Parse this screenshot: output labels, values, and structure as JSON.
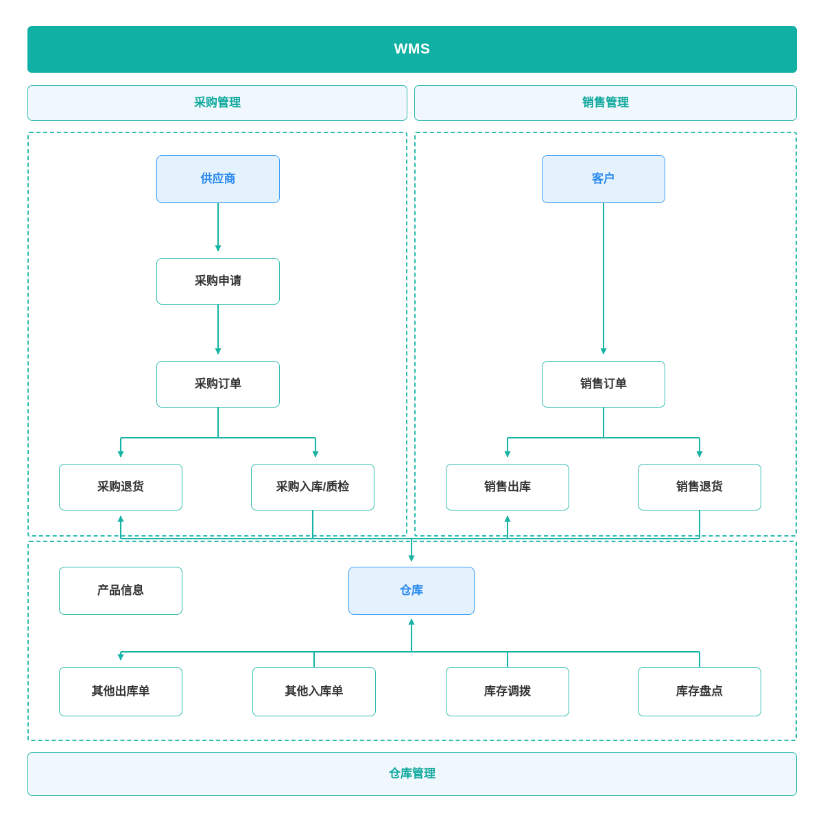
{
  "diagram": {
    "title": "WMS",
    "type": "flowchart",
    "palette": {
      "teal": "#10b0a4",
      "teal_border": "#2ebcae",
      "teal_text": "#10a89d",
      "blue_border": "#3d9df6",
      "blue_fill": "#e4f2fd",
      "blue_text": "#2b8aee",
      "caption_fill": "#f1f8fd",
      "box_text": "#333333",
      "page_bg": "#ffffff"
    }
  },
  "header": {
    "label": "WMS"
  },
  "sections": {
    "purchase": {
      "caption": "采购管理",
      "nodes": {
        "supplier": "供应商",
        "requisition": "采购申请",
        "order": "采购订单",
        "return": "采购退货",
        "inbound_qc": "采购入库/质检"
      }
    },
    "sales": {
      "caption": "销售管理",
      "nodes": {
        "customer": "客户",
        "order": "销售订单",
        "outbound": "销售出库",
        "return": "销售退货"
      }
    },
    "warehouse": {
      "caption": "仓库管理",
      "nodes": {
        "product_info": "产品信息",
        "warehouse": "仓库",
        "other_outbound": "其他出库单",
        "other_inbound": "其他入库单",
        "transfer": "库存调拨",
        "stocktake": "库存盘点"
      }
    }
  },
  "edges": [
    {
      "from": "供应商",
      "to": "采购申请"
    },
    {
      "from": "采购申请",
      "to": "采购订单"
    },
    {
      "from": "采购订单",
      "to": "采购退货"
    },
    {
      "from": "采购订单",
      "to": "采购入库/质检"
    },
    {
      "from": "客户",
      "to": "销售订单"
    },
    {
      "from": "销售订单",
      "to": "销售出库"
    },
    {
      "from": "销售订单",
      "to": "销售退货"
    },
    {
      "from": "采购入库/质检",
      "to": "仓库"
    },
    {
      "from": "销售退货",
      "to": "仓库"
    },
    {
      "from": "仓库",
      "to": "采购退货"
    },
    {
      "from": "仓库",
      "to": "销售出库"
    },
    {
      "from": "仓库",
      "to": "其他出库单"
    },
    {
      "from": "其他入库单",
      "to": "仓库"
    },
    {
      "from": "库存调拨",
      "to": "仓库"
    },
    {
      "from": "库存盘点",
      "to": "仓库"
    }
  ]
}
